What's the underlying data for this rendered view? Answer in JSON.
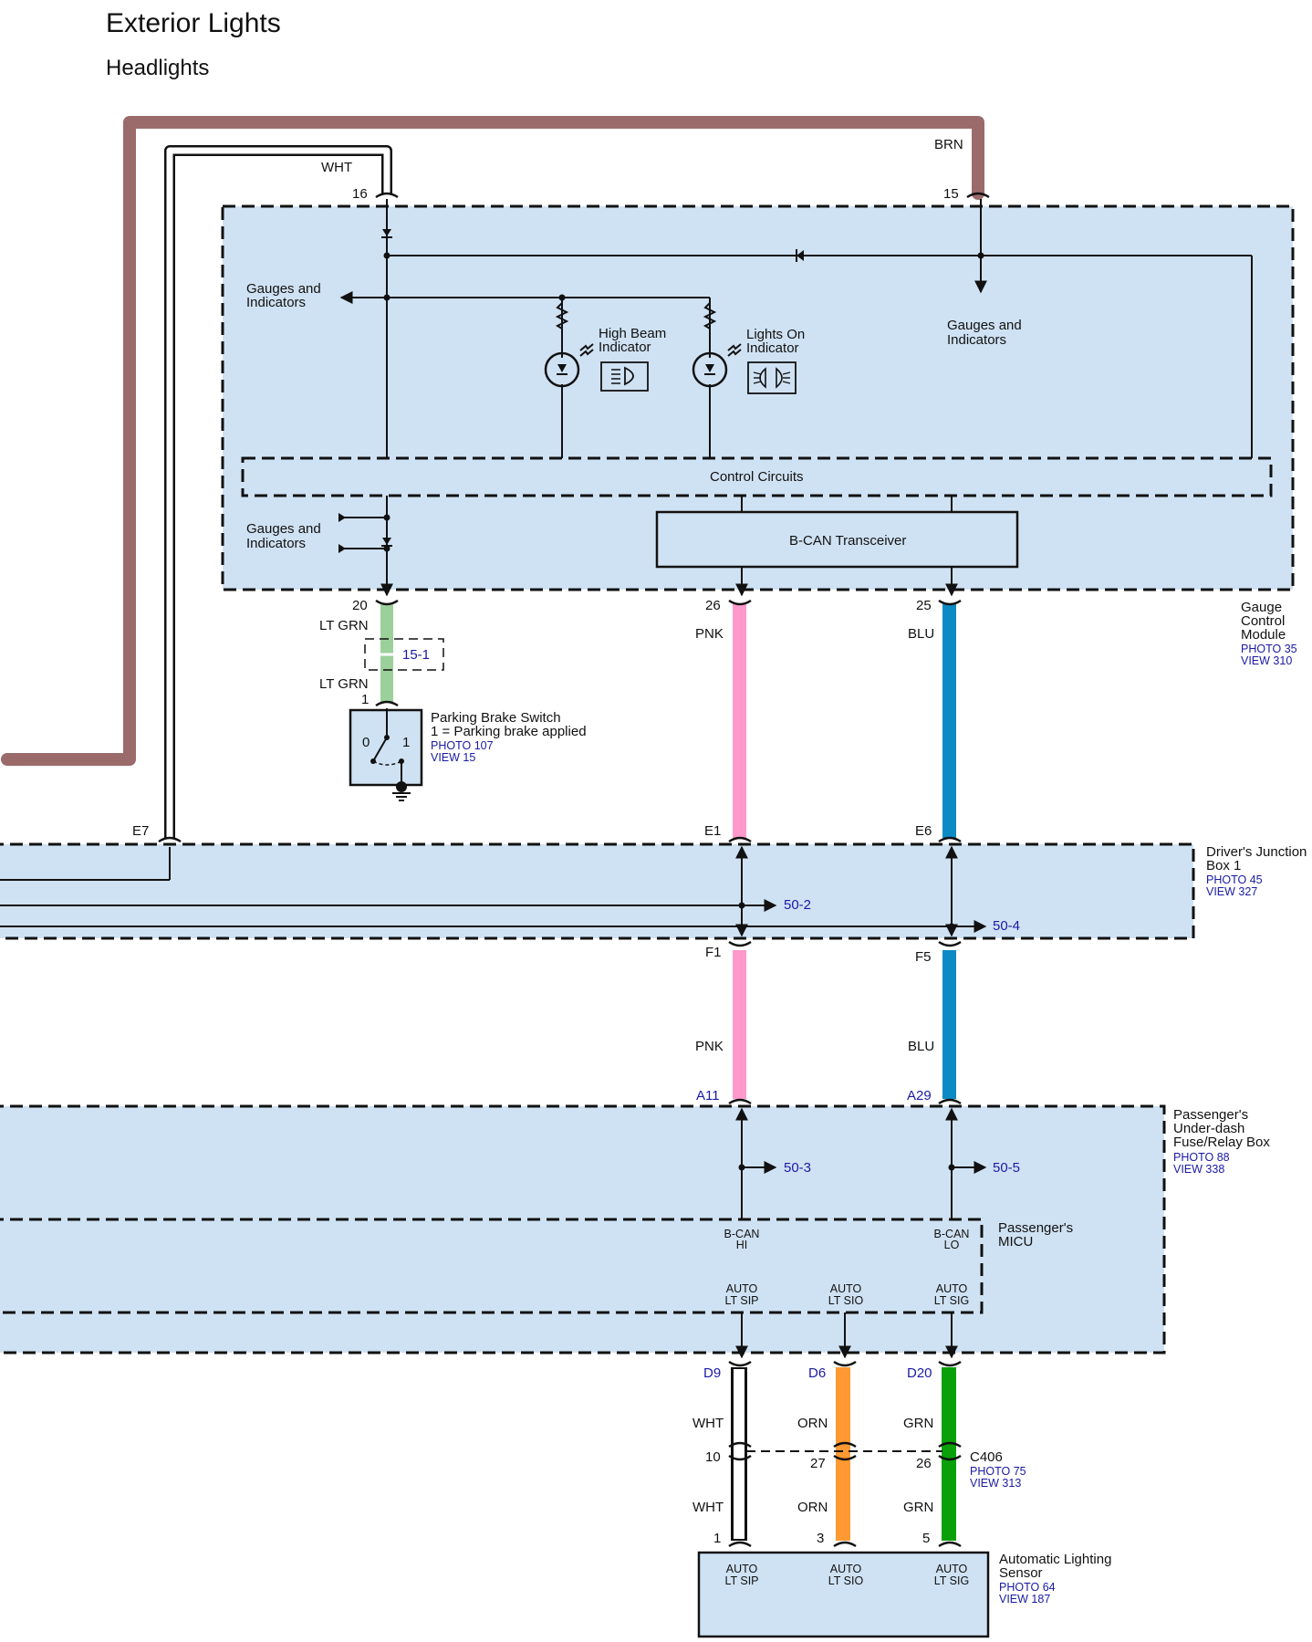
{
  "header": {
    "title": "Exterior Lights",
    "subtitle": "Headlights"
  },
  "colors": {
    "module_fill": "#cfe2f3",
    "brn": "#9b6b6b",
    "pnk": "#ff99cc",
    "blu": "#0b8ac4",
    "lt_grn": "#9bd09b",
    "orn": "#ff9933",
    "grn": "#0aa00a",
    "wht": "#ffffff",
    "link": "#1a1aa6"
  },
  "wires": {
    "wht": "WHT",
    "brn": "BRN",
    "lt_grn": "LT GRN",
    "pnk": "PNK",
    "blu": "BLU",
    "orn": "ORN",
    "grn": "GRN"
  },
  "gauge_module": {
    "pin_16": "16",
    "pin_15": "15",
    "pin_20": "20",
    "pin_26": "26",
    "pin_25": "25",
    "gauges_left_1": [
      "Gauges and",
      "Indicators"
    ],
    "gauges_left_2": [
      "Gauges and",
      "Indicators"
    ],
    "gauges_right": [
      "Gauges and",
      "Indicators"
    ],
    "high_beam": [
      "High Beam",
      "Indicator"
    ],
    "lights_on": [
      "Lights On",
      "Indicator"
    ],
    "control_circuits": "Control Circuits",
    "bcan_transceiver": "B-CAN Transceiver",
    "name": [
      "Gauge",
      "Control",
      "Module"
    ],
    "photo": "PHOTO 35",
    "view": "VIEW 310"
  },
  "parking_brake": {
    "connector_ref": "15-1",
    "pin_1": "1",
    "title": "Parking Brake Switch",
    "desc": "1 = Parking brake applied",
    "photo": "PHOTO 107",
    "view": "VIEW 15",
    "pos_0": "0",
    "pos_1": "1"
  },
  "driver_jb": {
    "pin_e7": "E7",
    "pin_e1": "E1",
    "pin_e6": "E6",
    "pin_f1": "F1",
    "pin_f5": "F5",
    "ref_a": "50-2",
    "ref_b": "50-4",
    "name": [
      "Driver's Junction",
      "Box 1"
    ],
    "photo": "PHOTO 45",
    "view": "VIEW 327"
  },
  "passenger_box": {
    "pin_a11": "A11",
    "pin_a29": "A29",
    "ref_a": "50-3",
    "ref_b": "50-5",
    "name": [
      "Passenger's",
      "Under-dash",
      "Fuse/Relay Box"
    ],
    "photo": "PHOTO 88",
    "view": "VIEW 338",
    "micu_name": [
      "Passenger's",
      "MICU"
    ],
    "bcan_hi": [
      "B-CAN",
      "HI"
    ],
    "bcan_lo": [
      "B-CAN",
      "LO"
    ],
    "auto_sip": [
      "AUTO",
      "LT SIP"
    ],
    "auto_sio": [
      "AUTO",
      "LT SIO"
    ],
    "auto_sig": [
      "AUTO",
      "LT SIG"
    ],
    "pin_d9": "D9",
    "pin_d6": "D6",
    "pin_d20": "D20"
  },
  "c406": {
    "name": "C406",
    "photo": "PHOTO 75",
    "view": "VIEW 313",
    "pin_10": "10",
    "pin_27": "27",
    "pin_26": "26"
  },
  "sensor": {
    "pin_1": "1",
    "pin_3": "3",
    "pin_5": "5",
    "auto_sip": [
      "AUTO",
      "LT SIP"
    ],
    "auto_sio": [
      "AUTO",
      "LT SIO"
    ],
    "auto_sig": [
      "AUTO",
      "LT SIG"
    ],
    "name": [
      "Automatic Lighting",
      "Sensor"
    ],
    "photo": "PHOTO 64",
    "view": "VIEW 187"
  }
}
